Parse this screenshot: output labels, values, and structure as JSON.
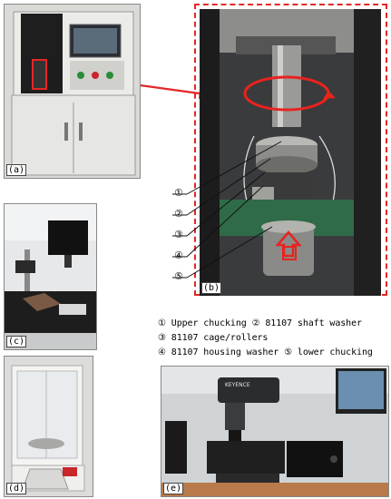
{
  "panels": {
    "a": {
      "label": "(a)"
    },
    "b": {
      "label": "(b)"
    },
    "c": {
      "label": "(c)"
    },
    "d": {
      "label": "(d)"
    },
    "e": {
      "label": "(e)"
    }
  },
  "callout_numbers": [
    "①",
    "②",
    "③",
    "④",
    "⑤"
  ],
  "legend": {
    "line1": "① Upper chucking   ② 81107 shaft washer",
    "line2": "③ 81107 cage/rollers",
    "line3": "④ 81107 housing washer ⑤ lower chucking"
  },
  "equipment_text": {
    "microscope_brand": "KEYENCE"
  },
  "colors": {
    "callout_red": "#e32626",
    "rotation_arrow_red": "#e8231e"
  }
}
